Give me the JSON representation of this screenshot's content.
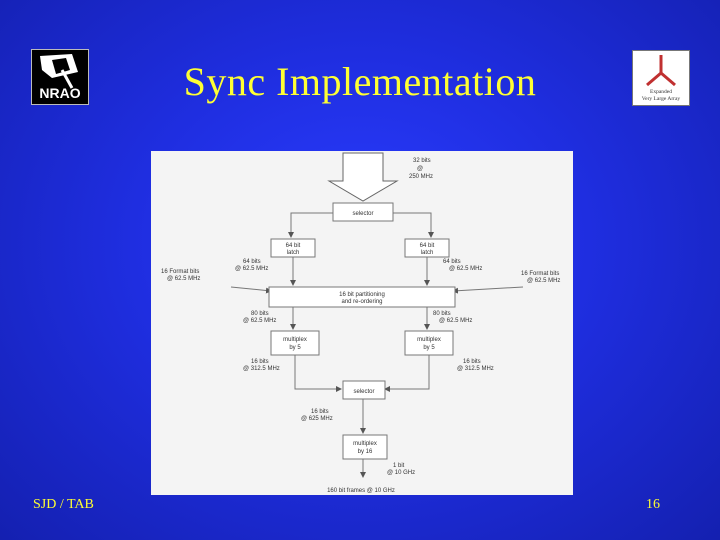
{
  "slide": {
    "title": "Sync Implementation",
    "footer_left": "SJD / TAB",
    "page_number": "16"
  },
  "logos": {
    "left": "NRAO",
    "right": [
      "Expanded",
      "Very Large Array"
    ]
  },
  "diagram": {
    "input": [
      "32 bits",
      "@",
      "250 MHz"
    ],
    "selector_top": "selector",
    "latch_left": [
      "64 bit",
      "latch"
    ],
    "latch_right": [
      "64 bit",
      "latch"
    ],
    "rate_left_1": [
      "64 bits",
      "@ 62.5 MHz"
    ],
    "rate_right_1": [
      "64 bits",
      "@ 62.5 MHz"
    ],
    "format_left": [
      "16 Format bits",
      "@ 62.5 MHz"
    ],
    "format_right": [
      "16 Format bits",
      "@ 62.5 MHz"
    ],
    "partition": [
      "16 bit partitioning",
      "and re-ordering"
    ],
    "rate_left_2": [
      "80 bits",
      "@ 62.5 MHz"
    ],
    "rate_right_2": [
      "80 bits",
      "@ 62.5 MHz"
    ],
    "mux_left": [
      "multiplex",
      "by 5"
    ],
    "mux_right": [
      "multiplex",
      "by 5"
    ],
    "rate_left_3": [
      "16 bits",
      "@ 312.5 MHz"
    ],
    "rate_right_3": [
      "16 bits",
      "@ 312.5 MHz"
    ],
    "selector_bottom": "selector",
    "rate_bottom": [
      "16 bits",
      "@ 625 MHz"
    ],
    "mux_bottom": [
      "multiplex",
      "by 16"
    ],
    "output": [
      "1 bit",
      "@ 10 GHz"
    ],
    "frames": "160 bit frames @ 10 GHz"
  }
}
